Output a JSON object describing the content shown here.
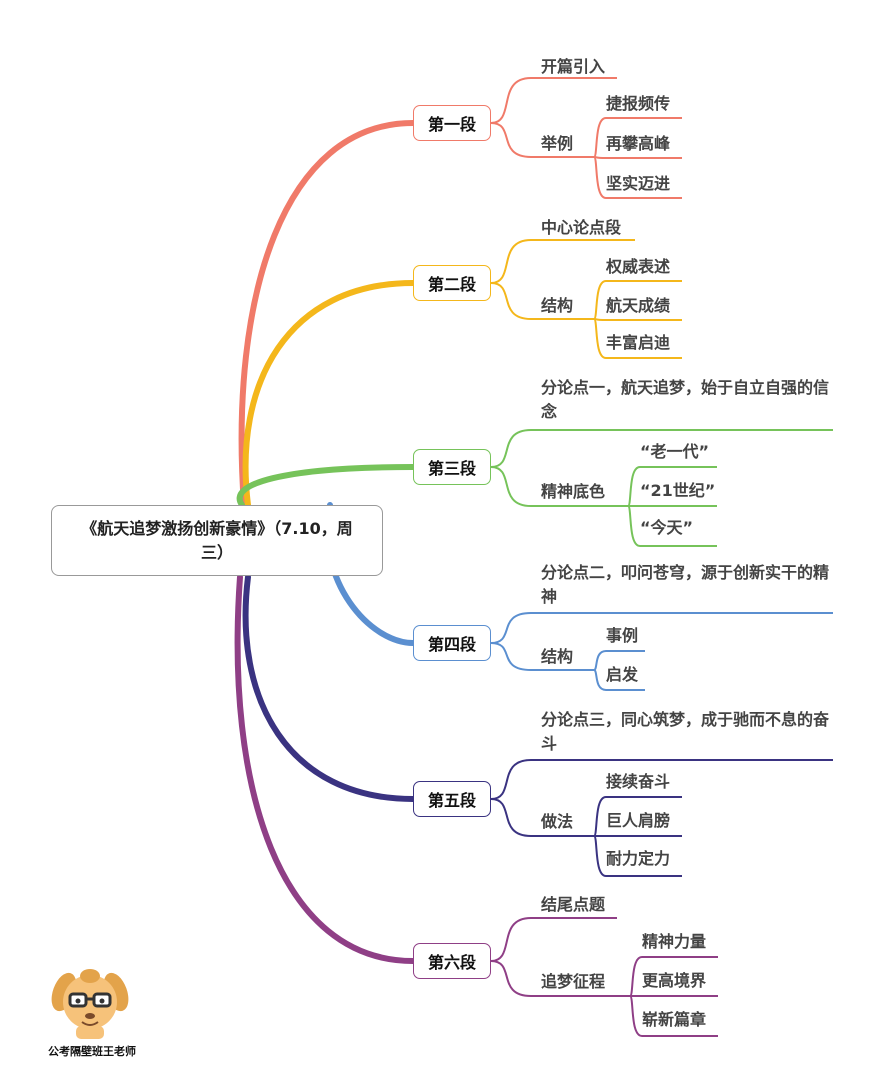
{
  "root": {
    "title": "《航天追梦激扬创新豪情》（7.10，周三）"
  },
  "sections": [
    {
      "label": "第一段",
      "color": "#f07a69",
      "items": [
        {
          "text": "开篇引入",
          "children": []
        },
        {
          "text": "举例",
          "children": [
            "捷报频传",
            "再攀高峰",
            "坚实迈进"
          ]
        }
      ]
    },
    {
      "label": "第二段",
      "color": "#f4b71b",
      "items": [
        {
          "text": "中心论点段",
          "children": []
        },
        {
          "text": "结构",
          "children": [
            "权威表述",
            "航天成绩",
            "丰富启迪"
          ]
        }
      ]
    },
    {
      "label": "第三段",
      "color": "#76c35a",
      "items": [
        {
          "text": "分论点一，航天追梦，始于自立自强的信念",
          "children": []
        },
        {
          "text": "精神底色",
          "children": [
            "“老一代”",
            "“21世纪”",
            "“今天”"
          ]
        }
      ]
    },
    {
      "label": "第四段",
      "color": "#5b8fd0",
      "items": [
        {
          "text": "分论点二，叩问苍穹，源于创新实干的精神",
          "children": []
        },
        {
          "text": "结构",
          "children": [
            "事例",
            "启发"
          ]
        }
      ]
    },
    {
      "label": "第五段",
      "color": "#3a3381",
      "items": [
        {
          "text": "分论点三，同心筑梦，成于驰而不息的奋斗",
          "children": []
        },
        {
          "text": "做法",
          "children": [
            "接续奋斗",
            "巨人肩膀",
            "耐力定力"
          ]
        }
      ]
    },
    {
      "label": "第六段",
      "color": "#8f3f86",
      "items": [
        {
          "text": "结尾点题",
          "children": []
        },
        {
          "text": "追梦征程",
          "children": [
            "精神力量",
            "更高境界",
            "崭新篇章"
          ]
        }
      ]
    }
  ],
  "watermark": {
    "caption": "公考隔壁班王老师",
    "mascot": "dog-with-glasses-icon"
  }
}
